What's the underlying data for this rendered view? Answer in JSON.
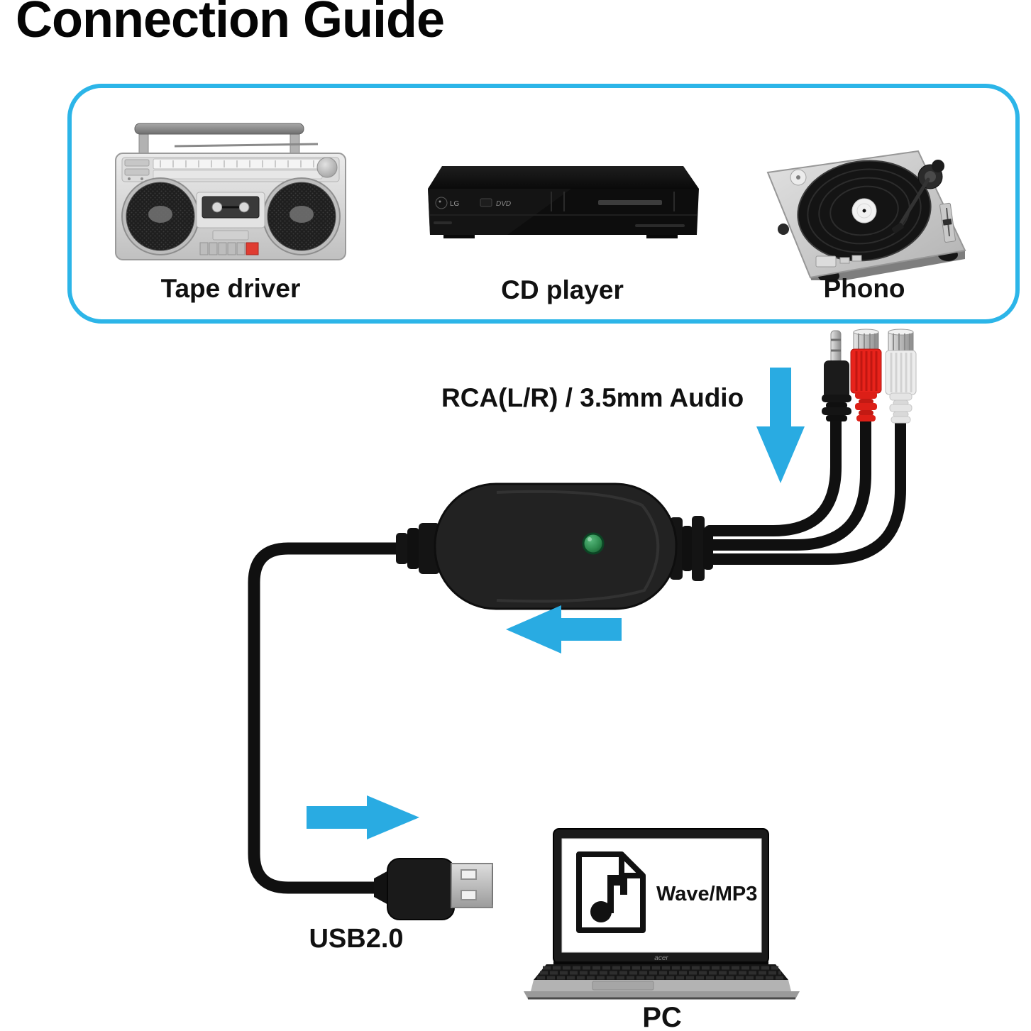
{
  "title": "Connection Guide",
  "accent_color": "#29ABE2",
  "box_border_color": "#2CB5E8",
  "source_box": {
    "items": [
      {
        "label": "Tape driver"
      },
      {
        "label": "CD player",
        "brand": "LG",
        "badge": "DVD"
      },
      {
        "label": "Phono"
      }
    ]
  },
  "labels": {
    "audio_input": "RCA(L/R) / 3.5mm Audio",
    "usb": "USB2.0"
  },
  "adapter": {
    "led_color": "#2E8B4F"
  },
  "pc": {
    "label": "PC",
    "file_type": "Wave/MP3",
    "brand": "acer"
  },
  "icons": {
    "connectors": [
      "3.5mm-jack",
      "red-rca-female",
      "white-rca-female"
    ],
    "arrows": [
      "down-arrow",
      "left-arrow",
      "right-arrow"
    ]
  }
}
